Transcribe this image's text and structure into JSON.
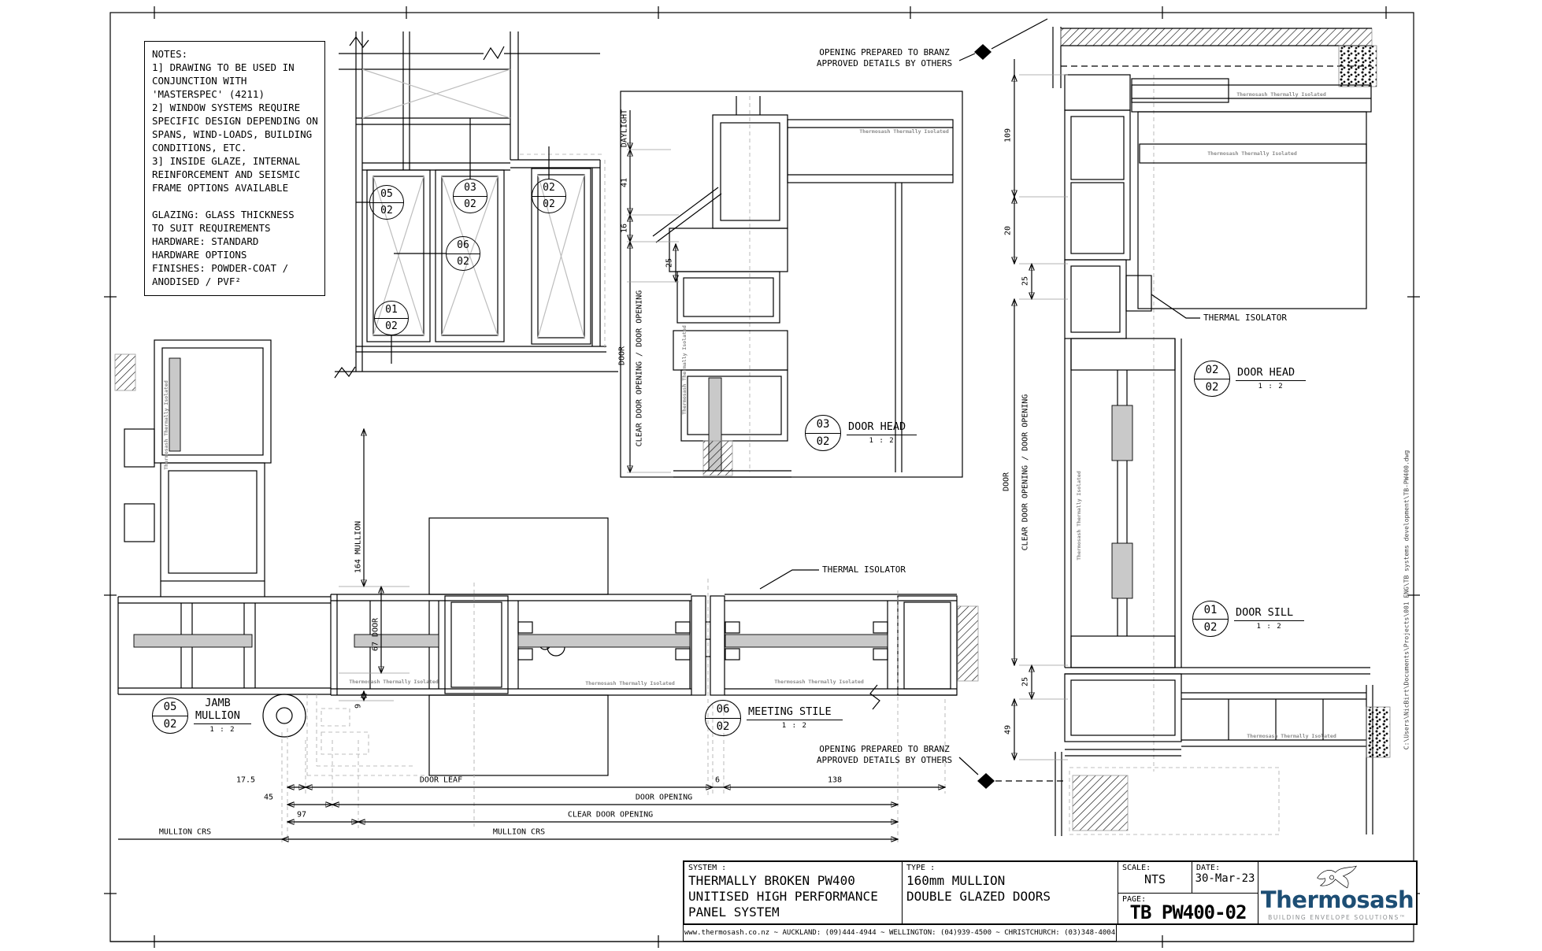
{
  "sheet": {
    "notes": "NOTES:\n1] DRAWING TO BE USED IN\nCONJUNCTION WITH\n'MASTERSPEC' (4211)\n2] WINDOW SYSTEMS REQUIRE\nSPECIFIC DESIGN DEPENDING ON\nSPANS, WIND-LOADS, BUILDING\nCONDITIONS, ETC.\n3] INSIDE GLAZE, INTERNAL\nREINFORCEMENT AND SEISMIC\nFRAME OPTIONS AVAILABLE\n\nGLAZING:    GLASS THICKNESS\nTO SUIT REQUIREMENTS\nHARDWARE: STANDARD\nHARDWARE OPTIONS\nFINISHES:   POWDER-COAT /\nANODISED / PVF²",
    "file_path": "C:\\Users\\NicBirt\\Documents\\Projects\\001 ENG\\TB systems development\\TB-PW400.dwg"
  },
  "markers": {
    "elevation": [
      {
        "num": "05",
        "sheet": "02"
      },
      {
        "num": "03",
        "sheet": "02"
      },
      {
        "num": "02",
        "sheet": "02"
      },
      {
        "num": "06",
        "sheet": "02"
      },
      {
        "num": "01",
        "sheet": "02"
      }
    ]
  },
  "details": {
    "inset_door_head": {
      "num": "03",
      "sheet": "02",
      "title": "DOOR HEAD",
      "scale": "1 : 2"
    },
    "right_door_head": {
      "num": "02",
      "sheet": "02",
      "title": "DOOR HEAD",
      "scale": "1 : 2"
    },
    "right_door_sill": {
      "num": "01",
      "sheet": "02",
      "title": "DOOR SILL",
      "scale": "1 : 2"
    },
    "jamb_mullion": {
      "num": "05",
      "sheet": "02",
      "title": "JAMB\nMULLION",
      "scale": "1 : 2"
    },
    "meeting_stile": {
      "num": "06",
      "sheet": "02",
      "title": "MEETING STILE",
      "scale": "1 : 2"
    }
  },
  "annotations": {
    "branz": "OPENING PREPARED TO BRANZ\nAPPROVED DETAILS BY OTHERS",
    "thermal_isolator": "THERMAL ISOLATOR",
    "extrusion_brand": "Thermosash  Thermally Isolated"
  },
  "dims": {
    "inset": {
      "daylight": "DAYLIGHT",
      "d41": "41",
      "d16": "16",
      "d25": "25",
      "door": "DOOR",
      "clear": "CLEAR DOOR OPENING / DOOR OPENING"
    },
    "right": {
      "d109": "109",
      "d20": "20",
      "d25a": "25",
      "door": "DOOR",
      "clear": "CLEAR DOOR OPENING / DOOR OPENING",
      "d25b": "25",
      "d49": "49"
    },
    "plan": {
      "mullion164": "164 MULLION",
      "door67": "67 DOOR",
      "d9": "9",
      "d17_5": "17.5",
      "d45": "45",
      "d97": "97",
      "d6": "6",
      "d138": "138",
      "door_leaf": "DOOR LEAF",
      "door_opening": "DOOR OPENING",
      "clear_door_opening": "CLEAR DOOR OPENING",
      "mullion_crs": "MULLION CRS"
    }
  },
  "title_block": {
    "system_label": "SYSTEM :",
    "system_value": "THERMALLY BROKEN PW400\nUNITISED HIGH PERFORMANCE\nPANEL SYSTEM",
    "type_label": "TYPE :",
    "type_value": "160mm MULLION\nDOUBLE GLAZED DOORS",
    "scale_label": "SCALE:",
    "scale_value": "NTS",
    "date_label": "DATE:",
    "date_value": "30-Mar-23",
    "page_label": "PAGE:",
    "page_value": "TB PW400-02",
    "contacts": "www.thermosash.co.nz  ~  AUCKLAND: (09)444-4944  ~  WELLINGTON: (04)939-4500  ~  CHRISTCHURCH: (03)348-4004"
  },
  "logo": {
    "name": "Thermosash",
    "tagline": "BUILDING ENVELOPE SOLUTIONS™",
    "brand_color": "#1d4e74",
    "bird_color": "#a7aaac"
  }
}
